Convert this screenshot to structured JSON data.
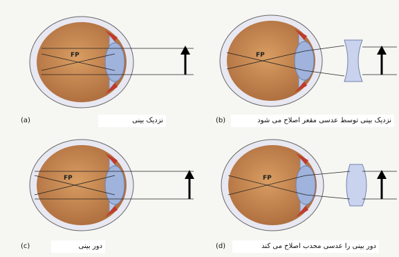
{
  "panels": [
    {
      "letter": "(a)",
      "fp": "FP",
      "caption": "نزدیک بینی"
    },
    {
      "letter": "(b)",
      "fp": "FP",
      "caption": "نزدیک بینی توسط عدسی مقعر اصلاح می شود"
    },
    {
      "letter": "(c)",
      "fp": "FP",
      "caption": "دور بینی"
    },
    {
      "letter": "(d)",
      "fp": "FP",
      "caption": "دور بینی را عدسی محدب اصلاح می کند"
    }
  ],
  "colors": {
    "sclera": "#e6e6f0",
    "retina_fill": "#c98a55",
    "cornea": "#bcc8e6",
    "lens": "#9fb3dc",
    "muscle": "#c0392b",
    "arrow": "#000000"
  },
  "icons": [
    "eye-cross-section",
    "object-arrow-icon",
    "concave-lens-icon",
    "convex-lens-icon"
  ]
}
